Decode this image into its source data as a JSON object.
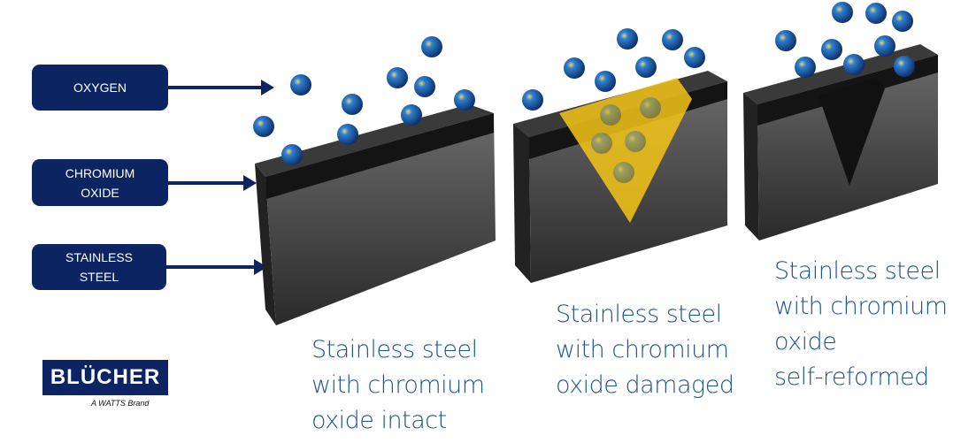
{
  "labels": {
    "oxygen": "OXYGEN",
    "chromium_oxide": "CHROMIUM\nOXIDE",
    "stainless_steel": "STAINLESS\nSTEEL"
  },
  "captions": {
    "intact": "Stainless steel\nwith chromium\noxide intact",
    "damaged": "Stainless steel\nwith chromium\noxide damaged",
    "reformed": "Stainless steel\nwith chromium\noxide\nself-reformed"
  },
  "logo": {
    "name": "BLÜCHER",
    "tagline": "A WATTS Brand"
  },
  "colors": {
    "navy": "#0c2461",
    "caption_blue": "#1c5494",
    "damage_yellow": "#f5c518",
    "oxygen_blue": "#1f5fb0"
  }
}
